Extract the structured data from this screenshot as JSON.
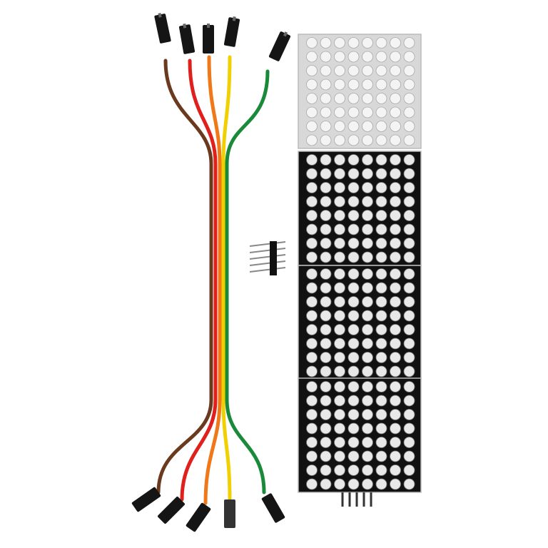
{
  "photo": {
    "subject": "",
    "background_color": "#ffffff",
    "wires": [
      {
        "color": "#6b3a1e"
      },
      {
        "color": "#e0201c"
      },
      {
        "color": "#f07818"
      },
      {
        "color": "#f0d000"
      },
      {
        "color": "#1a8a3a"
      }
    ],
    "led_matrix": {
      "modules": 4,
      "rows_per_module": 8,
      "cols": 8,
      "led_color": "#e8e8e8",
      "board_color": "#111111"
    },
    "pin_header": {
      "pins": 5
    }
  }
}
